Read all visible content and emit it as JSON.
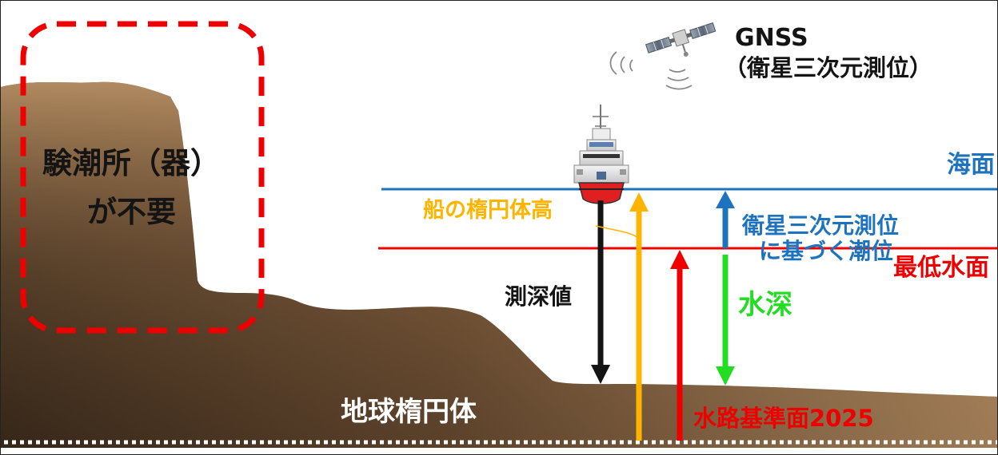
{
  "colors": {
    "dark": "#141414",
    "blue": "#1e73be",
    "red": "#ee0000",
    "gold": "#ffb400",
    "green": "#22dd22",
    "terrain_light": "#c49a6c",
    "terrain_dark": "#3a2a1c"
  },
  "labels": {
    "gnss_title": "GNSS",
    "gnss_subtitle": "（衛星三次元測位）",
    "sea_surface": "海面",
    "satellite_tide_line1": "衛星三次元測位",
    "satellite_tide_line2": "に基づく潮位",
    "lowest_water_level": "最低水面",
    "ship_ellipsoid_height": "船の楕円体高",
    "sounding_value": "測深値",
    "water_depth": "水深",
    "earth_ellipsoid": "地球楕円体",
    "hydrographic_datum": "水路基準面2025",
    "no_tide_station_line1": "験潮所（器）",
    "no_tide_station_line2": "が不要"
  },
  "icons": [
    "satellite-icon",
    "signal-waves-icon",
    "survey-ship-icon"
  ]
}
